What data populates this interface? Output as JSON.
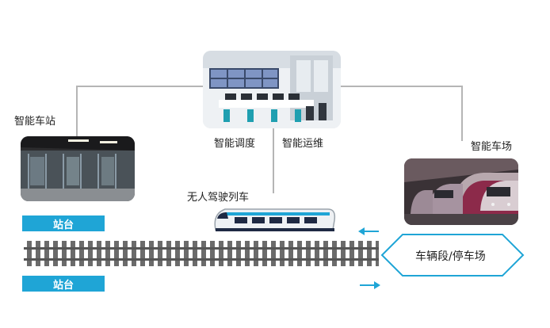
{
  "nodes": {
    "smart_station": "智能车站",
    "smart_dispatch": "智能调度",
    "smart_maintenance": "智能运维",
    "smart_depot": "智能车场",
    "driverless_train": "无人驾驶列车",
    "platform_top": "站台",
    "platform_bottom": "站台",
    "depot_yard": "车辆段/停车场"
  },
  "colors": {
    "accent": "#1fa5d6",
    "connector": "#b5b5b5",
    "track": "#555555"
  }
}
